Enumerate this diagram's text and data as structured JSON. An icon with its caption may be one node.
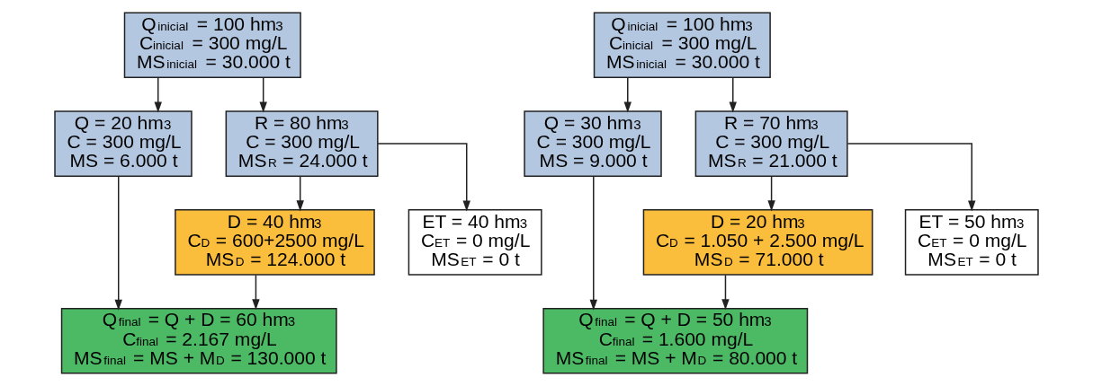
{
  "diagram": {
    "nodes": [
      {
        "text": [
          "Q$_{inicial}$ = 100 hm$^{3}$",
          "C$_{inicial}$ = 300 mg/L",
          "MS$_{inicial}$ = 30.000 t"
        ]
      },
      {
        "text": [
          "Q = 20 hm$^{3}$",
          "C = 300 mg/L",
          "MS = 6.000 t"
        ]
      },
      {
        "text": [
          "R = 80 hm$^{3}$",
          "C = 300 mg/L",
          "MS$_{R}$ = 24.000 t"
        ]
      },
      {
        "text": [
          "D = 40 hm$^{3}$",
          "C$_{D}$ = 600+2500 mg/L",
          "MS$_{D}$ = 124.000 t"
        ]
      },
      {
        "text": [
          "ET = 40 hm$^{3}$",
          "C$_{ET}$ = 0 mg/L",
          "MS$_{ET}$ = 0 t"
        ]
      },
      {
        "text": [
          "Q$_{final}$ = Q + D = 60 hm$^{3}$",
          "C$_{final}$ = 2.167 mg/L",
          "MS$_{final}$ = MS + M$_{D}$ = 130.000 t"
        ]
      },
      {
        "text": [
          "Q$_{inicial}$ = 100 hm$^{3}$",
          "C$_{inicial}$ = 300 mg/L",
          "MS$_{inicial}$ = 30.000 t"
        ]
      },
      {
        "text": [
          "Q = 30 hm$^{3}$",
          "C = 300 mg/L",
          "MS = 9.000 t"
        ]
      },
      {
        "text": [
          "R = 70 hm$^{3}$",
          "C = 300 mg/L",
          "MS$_{R}$ = 21.000 t"
        ]
      },
      {
        "text": [
          "D = 20 hm$^{3}$",
          "C$_{D}$ = 1.050 + 2.500 mg/L",
          "MS$_{D}$ = 71.000 t"
        ]
      },
      {
        "text": [
          "ET = 50 hm$^{3}$",
          "C$_{ET}$ = 0 mg/L",
          "MS$_{ET}$ = 0 t"
        ]
      },
      {
        "text": [
          "Q$_{final}$ = Q + D = 50 hm$^{3}$",
          "C$_{final}$ = 1.600 mg/L",
          "MS$_{final}$ = MS + M$_{D}$ = 80.000 t"
        ]
      }
    ],
    "edges": [
      {
        "from": 0,
        "to": 1,
        "arrow": "to"
      },
      {
        "from": 0,
        "to": 2,
        "arrow": "to"
      },
      {
        "from": 2,
        "to": 3,
        "arrow": "to"
      },
      {
        "from": 2,
        "to": 4,
        "arrow": "to"
      },
      {
        "from": 1,
        "to": 5,
        "arrow": "to"
      },
      {
        "from": 3,
        "to": 5,
        "arrow": "to"
      },
      {
        "from": 6,
        "to": 7,
        "arrow": "to"
      },
      {
        "from": 6,
        "to": 8,
        "arrow": "to"
      },
      {
        "from": 8,
        "to": 9,
        "arrow": "to"
      },
      {
        "from": 8,
        "to": 10,
        "arrow": "to"
      },
      {
        "from": 7,
        "to": 11,
        "arrow": "to"
      },
      {
        "from": 9,
        "to": 11,
        "arrow": "to"
      }
    ]
  }
}
